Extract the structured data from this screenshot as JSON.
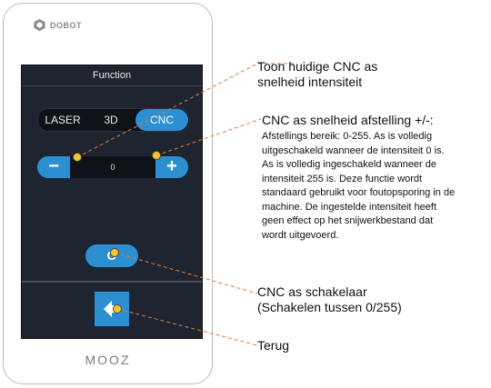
{
  "device": {
    "logo_text": "DOBOT",
    "brand": "MOOZ"
  },
  "screen": {
    "title": "Function",
    "modes": {
      "laser": "LASER",
      "threed": "3D",
      "cnc": "CNC",
      "selected": "CNC"
    },
    "stepper": {
      "minus": "−",
      "plus": "+",
      "value": "0"
    },
    "switch_label": "O"
  },
  "annotations": {
    "speed_display": {
      "line1": "Toon huidige CNC as",
      "line2": "snelheid intensiteit"
    },
    "speed_adjust": {
      "title": "CNC as snelheid afstelling +/-:",
      "lines": [
        "Afstellings bereik: 0-255. As is volledig",
        "uitgeschakeld wanneer de intensiteit 0 is.",
        "As is volledig ingeschakeld wanneer de",
        "intensiteit 255 is. Deze functie wordt",
        "standaard gebruikt voor foutopsporing in de",
        "machine. De ingestelde intensiteit heeft",
        "geen effect op het snijwerkbestand dat",
        "wordt uitgevoerd."
      ]
    },
    "switch": {
      "line1": "CNC as schakelaar",
      "line2": "(Schakelen tussen 0/255)"
    },
    "back": {
      "line1": "Terug"
    }
  },
  "colors": {
    "accent": "#2b8fd1",
    "screen_bg": "#1e2530",
    "callout_line": "#e07a3a",
    "marker": "#f3c340"
  }
}
